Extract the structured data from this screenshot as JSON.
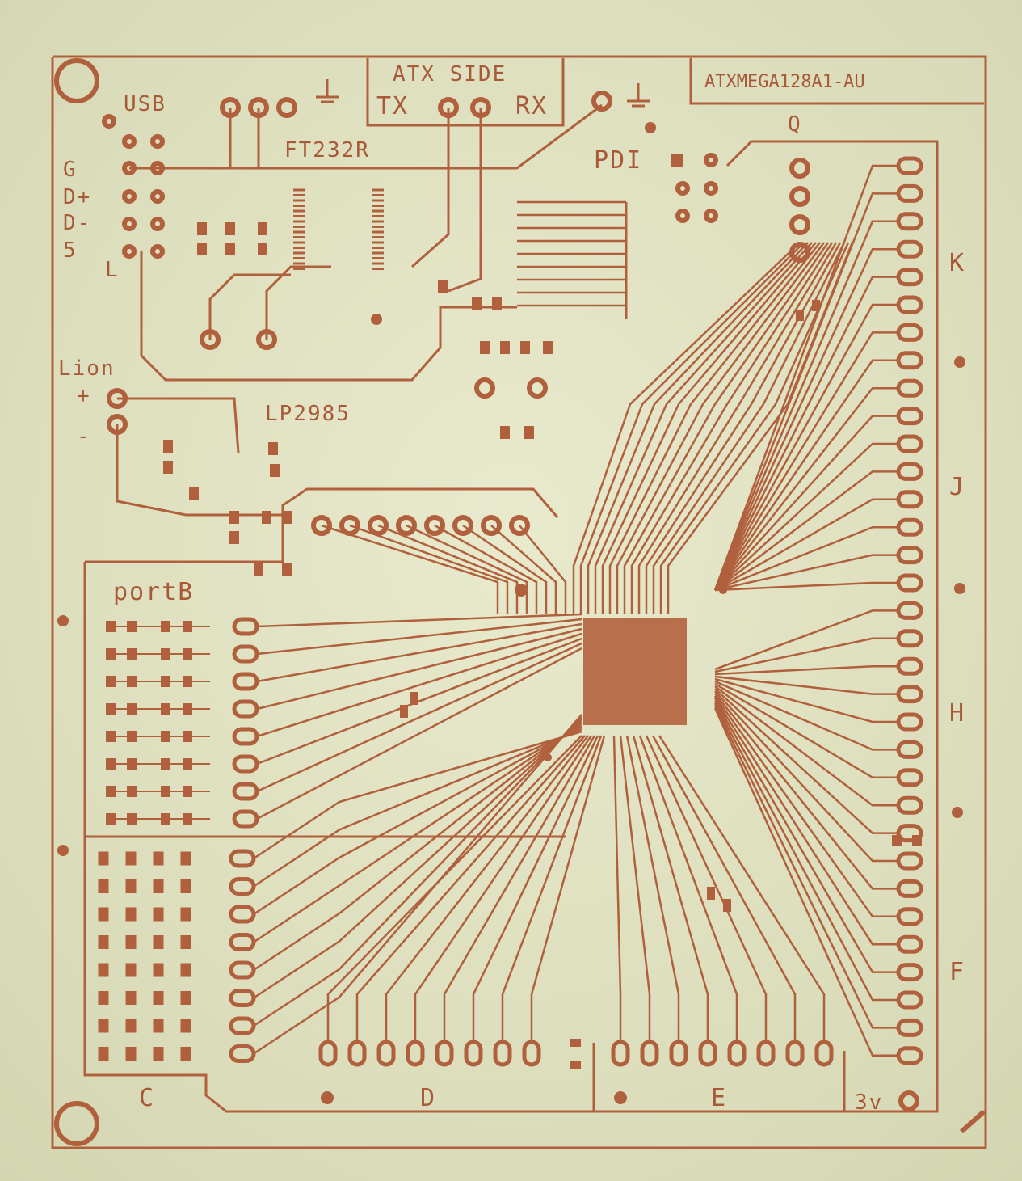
{
  "colors": {
    "board": "#e4e5c6",
    "copper": "#b0603c",
    "pad": "#c0704a"
  },
  "labels": {
    "usb": "USB",
    "ft232r": "FT232R",
    "atx_side": "ATX SIDE",
    "tx": "TX",
    "rx": "RX",
    "mcu": "ATXMEGA128A1-AU",
    "q": "Q",
    "pdi": "PDI",
    "g": "G",
    "dplus": "D+",
    "dminus": "D-",
    "five": "5",
    "l": "L",
    "lion": "Lion",
    "plus": "+",
    "minus": "-",
    "lp2985": "LP2985",
    "portb": "portB",
    "k": "K",
    "j": "J",
    "h": "H",
    "f": "F",
    "c": "C",
    "d": "D",
    "e": "E",
    "v3": "3v"
  }
}
